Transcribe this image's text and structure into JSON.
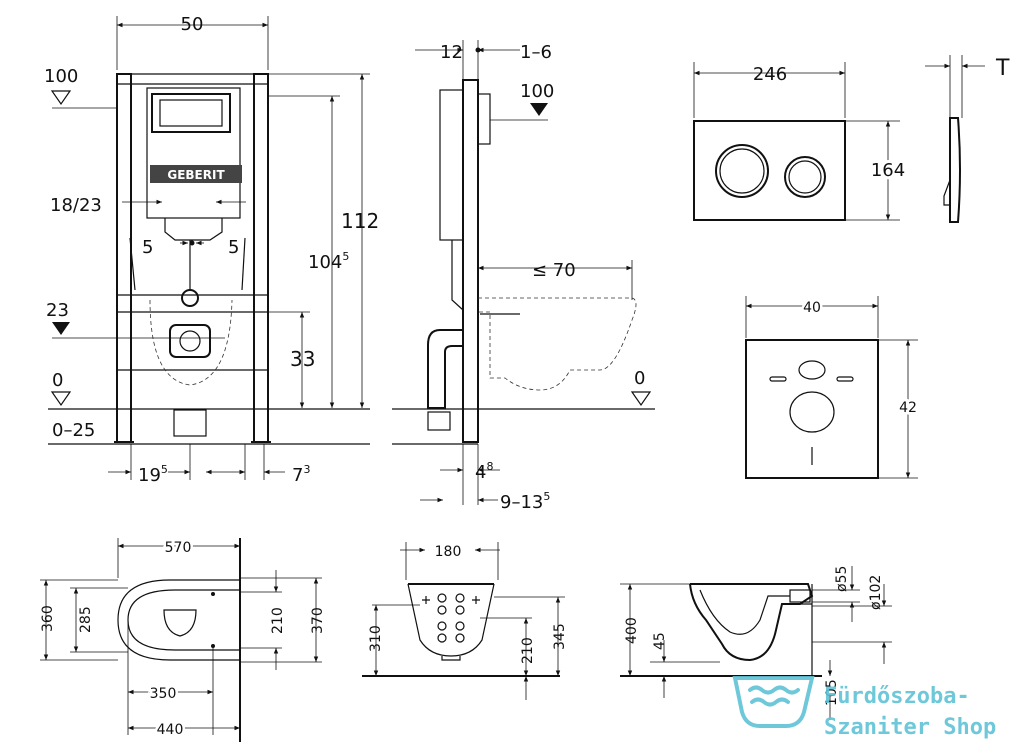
{
  "frame_front": {
    "width_label": "50",
    "level_100_label": "100",
    "brand_label": "GEBERIT",
    "spacing_18_23_label": "18/23",
    "offset_left_5_label": "5",
    "offset_right_5_label": "5",
    "height_112_label": "112",
    "height_104_main": "104",
    "height_104_sup": "5",
    "level_23_label": "23",
    "height_33_label": "33",
    "level_0_label": "0",
    "range_0_25_label": "0–25",
    "dim_19_main": "19",
    "dim_19_sup": "5",
    "dim_7_main": "7",
    "dim_7_sup": "3"
  },
  "frame_side": {
    "depth_12_label": "12",
    "range_1_6_label": "1–6",
    "level_100_label": "100",
    "projection_70_label": "≤ 70",
    "level_0_label": "0",
    "dim_4_main": "4",
    "dim_4_sup": "8",
    "dim_9_13_main": "9–13",
    "dim_9_13_sup": "5"
  },
  "flush_plate": {
    "width_label": "246",
    "height_label": "164",
    "thickness_label": "T"
  },
  "sound_pad": {
    "width_label": "40",
    "height_label": "42"
  },
  "bowl_top": {
    "length_570": "570",
    "width_360": "360",
    "inner_285": "285",
    "fix_210": "210",
    "fix_370": "370",
    "dist_350": "350",
    "dist_440": "440"
  },
  "bowl_front": {
    "width_180": "180",
    "height_310": "310",
    "height_210": "210",
    "height_345": "345"
  },
  "bowl_side": {
    "height_400": "400",
    "height_45": "45",
    "dia_55": "ø55",
    "dia_102": "ø102",
    "height_105": "105"
  },
  "watermark": {
    "line1": "Fürdőszoba-",
    "line2": "Szaniter Shop",
    "accent_color": "#5fc3d6"
  }
}
